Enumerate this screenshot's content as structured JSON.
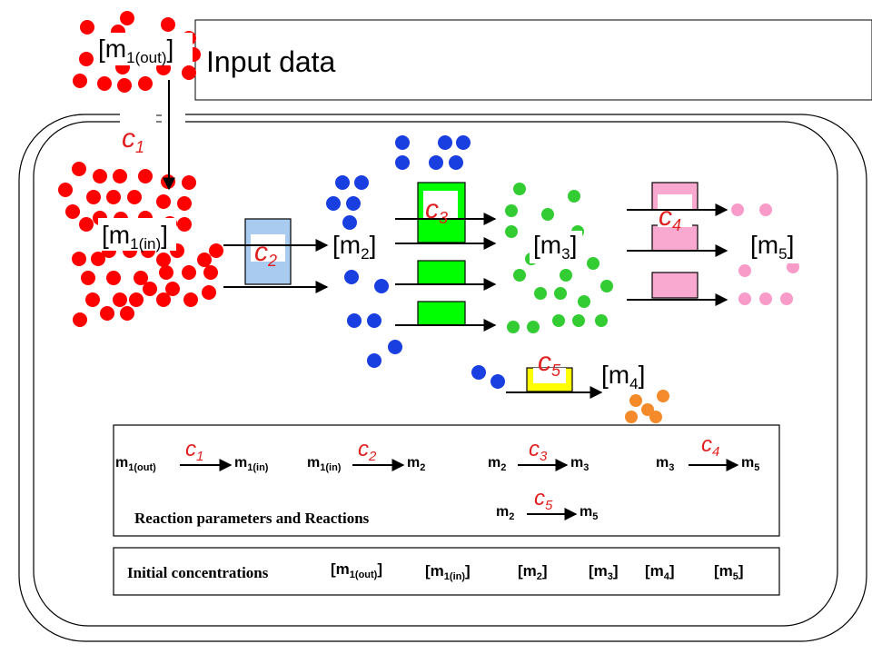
{
  "title": "Input data",
  "species": {
    "m1_out": {
      "base": "m",
      "sub": "1(out)"
    },
    "m1_in": {
      "base": "m",
      "sub": "1(in)"
    },
    "m2": {
      "base": "m",
      "sub": "2"
    },
    "m3": {
      "base": "m",
      "sub": "3"
    },
    "m4": {
      "base": "m",
      "sub": "4"
    },
    "m5": {
      "base": "m",
      "sub": "5"
    }
  },
  "params": {
    "c1": {
      "base": "c",
      "sub": "1"
    },
    "c2": {
      "base": "c",
      "sub": "2"
    },
    "c3": {
      "base": "c",
      "sub": "3"
    },
    "c4": {
      "base": "c",
      "sub": "4"
    },
    "c5": {
      "base": "c",
      "sub": "5"
    }
  },
  "reactions_panel": {
    "caption": "Reaction parameters and Reactions",
    "reactions": [
      {
        "param": "c1",
        "from": "m1_out",
        "to": "m1_in"
      },
      {
        "param": "c2",
        "from": "m1_in",
        "to": "m2"
      },
      {
        "param": "c3",
        "from": "m2",
        "to": "m3"
      },
      {
        "param": "c4",
        "from": "m3",
        "to": "m5"
      },
      {
        "param": "c5",
        "from": "m2",
        "to": "m5"
      }
    ]
  },
  "initial_panel": {
    "caption": "Initial concentrations",
    "items": [
      "m1_out",
      "m1_in",
      "m2",
      "m3",
      "m4",
      "m5"
    ]
  },
  "colors": {
    "m1": "#ff0000",
    "m2": "#1a3fe0",
    "m3": "#33cc33",
    "m4": "#f58a2a",
    "m5": "#f99bc8",
    "param": "#e02020",
    "channel_c2": "#a9cbf0",
    "channel_c3": "#00ff00",
    "channel_c4": "#f9a8d0",
    "channel_c5": "#ffff00"
  }
}
